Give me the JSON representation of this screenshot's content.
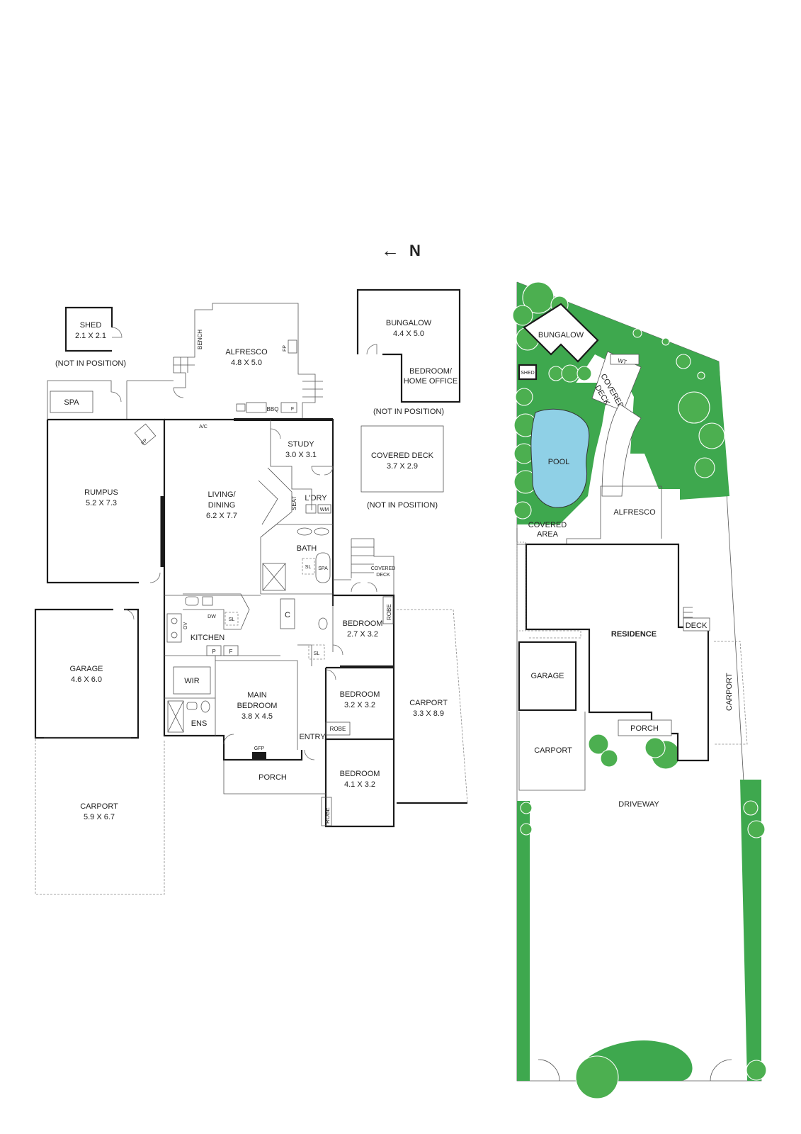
{
  "compass": {
    "arrow": "←",
    "label": "N"
  },
  "floor_plan": {
    "shed": {
      "name": "SHED",
      "dims": "2.1 X 2.1",
      "note": "(NOT IN POSITION)"
    },
    "alfresco": {
      "name": "ALFRESCO",
      "dims": "4.8 X 5.0"
    },
    "bench": "BENCH",
    "fp": "FP",
    "bbq": "BBQ",
    "f": "F",
    "bungalow": {
      "name": "BUNGALOW",
      "dims": "4.4 X 5.0",
      "bedroom_line1": "BEDROOM/",
      "bedroom_line2": "HOME OFFICE",
      "note": "(NOT IN POSITION)"
    },
    "covered_deck_detached": {
      "name": "COVERED DECK",
      "dims": "3.7 X 2.9",
      "note": "(NOT IN POSITION)"
    },
    "spa": "SPA",
    "ac": "A/C",
    "rumpus": {
      "name": "RUMPUS",
      "dims": "5.2 X 7.3"
    },
    "living_line1": "LIVING/",
    "living_line2": "DINING",
    "living_dims": "6.2 X 7.7",
    "study": {
      "name": "STUDY",
      "dims": "3.0 X 3.1"
    },
    "seat": "SEAT",
    "laundry": "L'DRY",
    "wm": "WM",
    "bath": "BATH",
    "sl": "SL",
    "spa_small": "SPA",
    "covered_deck_line1": "COVERED",
    "covered_deck_line2": "DECK",
    "robe": "ROBE",
    "c": "C",
    "kitchen": "KITCHEN",
    "dw": "DW",
    "ov": "OV",
    "p": "P",
    "garage": {
      "name": "GARAGE",
      "dims": "4.6 X 6.0"
    },
    "wir": "WIR",
    "ens": "ENS",
    "main_bedroom_line1": "MAIN",
    "main_bedroom_line2": "BEDROOM",
    "main_bedroom_dims": "3.8 X 4.5",
    "gfp": "GFP",
    "porch": "PORCH",
    "entry": "ENTRY",
    "bedroom_a": {
      "name": "BEDROOM",
      "dims": "2.7 X 3.2"
    },
    "bedroom_b": {
      "name": "BEDROOM",
      "dims": "3.2 X 3.2"
    },
    "bedroom_c": {
      "name": "BEDROOM",
      "dims": "4.1 X 3.2"
    },
    "carport_right": {
      "name": "CARPORT",
      "dims": "3.3 X 8.9"
    },
    "carport_left": {
      "name": "CARPORT",
      "dims": "5.9 X 6.7"
    }
  },
  "site_plan": {
    "bungalow": "BUNGALOW",
    "shed": "SHED",
    "wt": "WT",
    "covered_deck_line1": "COVERED",
    "covered_deck_line2": "DECK",
    "pool": "POOL",
    "alfresco": "ALFRESCO",
    "covered_area_line1": "COVERED",
    "covered_area_line2": "AREA",
    "residence": "RESIDENCE",
    "deck": "DECK",
    "garage": "GARAGE",
    "carport_side": "CARPORT",
    "porch": "PORCH",
    "carport": "CARPORT",
    "driveway": "DRIVEWAY"
  },
  "colors": {
    "lawn": "#3ea84e",
    "tree": "#4caf50",
    "pool": "#8fd0e6",
    "wall": "#1a1a1a"
  }
}
